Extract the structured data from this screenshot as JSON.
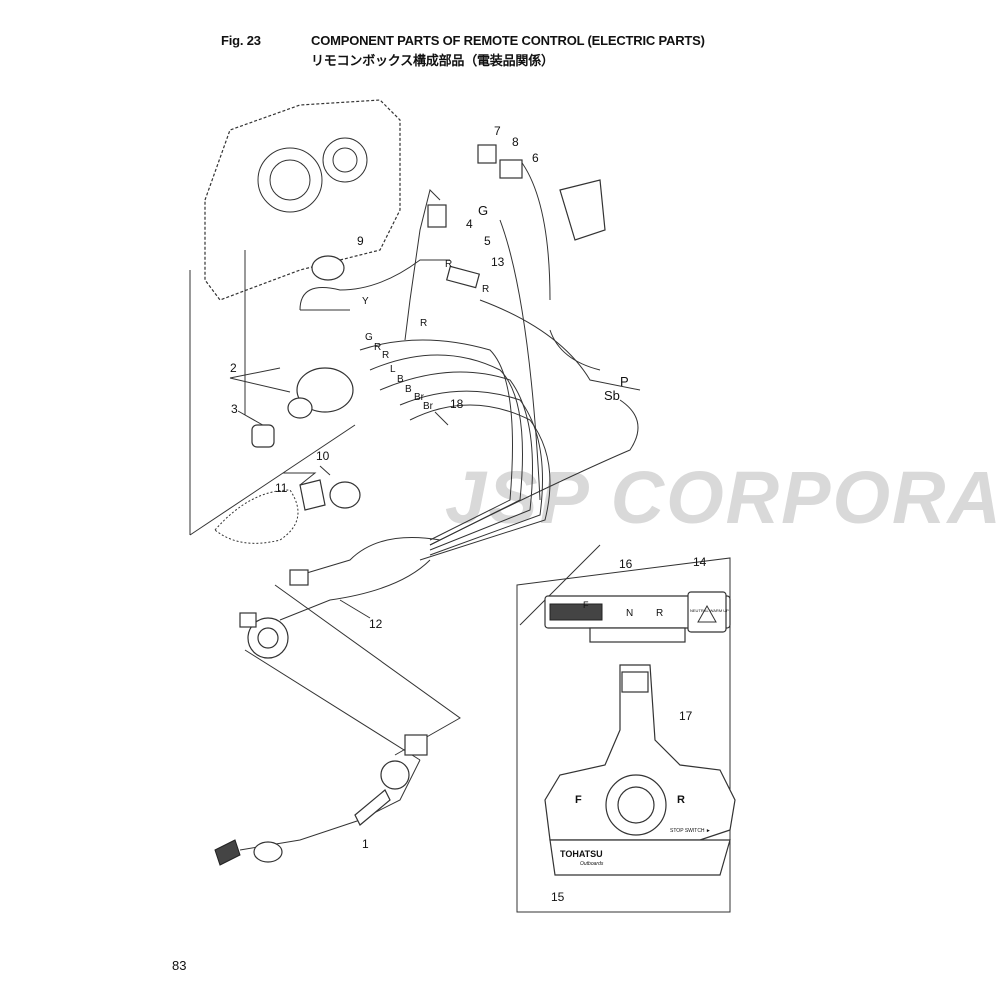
{
  "header": {
    "fig": "Fig. 23",
    "title": "COMPONENT PARTS OF REMOTE CONTROL (ELECTRIC PARTS)",
    "title_ja": "リモコンボックス構成部品（電装品関係）"
  },
  "watermark": "JSP CORPORATION",
  "page_number": "83",
  "callouts": [
    "1",
    "2",
    "3",
    "4",
    "5",
    "6",
    "7",
    "8",
    "9",
    "10",
    "11",
    "12",
    "13",
    "14",
    "15",
    "16",
    "17",
    "18"
  ],
  "wire_labels": {
    "g1": "G",
    "r1": "R",
    "y": "Y",
    "r2": "R",
    "g2": "G",
    "r3": "R",
    "r4": "R",
    "r5": "R",
    "l": "L",
    "b1": "B",
    "b2": "B",
    "br1": "Br",
    "br2": "Br",
    "p": "P",
    "sb": "Sb"
  },
  "inset": {
    "indicator": {
      "f": "F",
      "n": "N",
      "r": "R"
    },
    "lever": {
      "f": "F",
      "r": "R",
      "stop": "STOP SWITCH ►",
      "brand": "TOHATSU",
      "brand_sub": "Outboards"
    },
    "switch_label": "NEUTRAL WARM UP"
  }
}
